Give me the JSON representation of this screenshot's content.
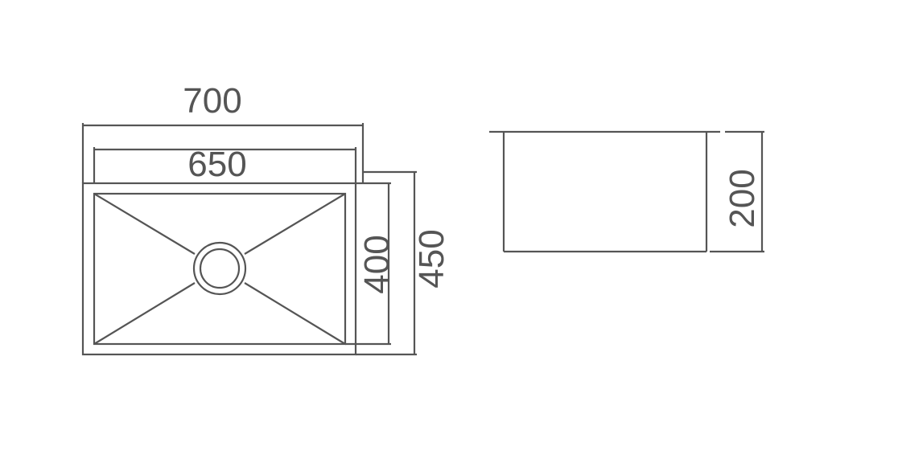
{
  "diagram": {
    "top_view": {
      "outer_width_label": "700",
      "inner_width_label": "650",
      "inner_depth_label": "400",
      "outer_depth_label": "450"
    },
    "side_view": {
      "height_label": "200"
    },
    "colors": {
      "line": "#555555",
      "background": "#ffffff"
    }
  }
}
